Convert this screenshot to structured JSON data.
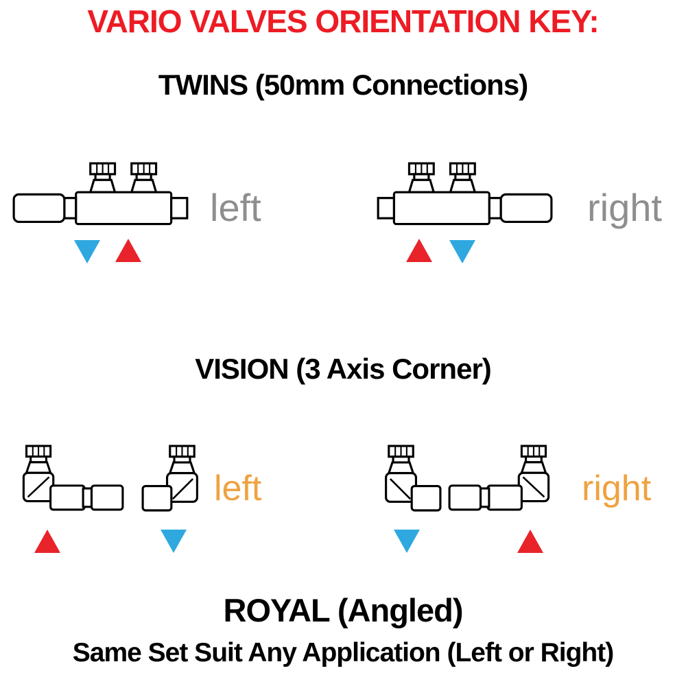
{
  "title": "VARIO VALVES ORIENTATION KEY:",
  "colors": {
    "title_red": "#ed1c24",
    "triangle_red": "#e8232a",
    "triangle_blue": "#2fa8e0",
    "twins_label_gray": "#8e8e8e",
    "vision_label_orange": "#efa240"
  },
  "sections": {
    "twins": {
      "heading": "TWINS (50mm Connections)",
      "left": {
        "label": "left",
        "triangles": [
          "blue-down",
          "red-up"
        ]
      },
      "right": {
        "label": "right",
        "triangles": [
          "red-up",
          "blue-down"
        ]
      }
    },
    "vision": {
      "heading": "VISION (3 Axis Corner)",
      "left": {
        "label": "left",
        "triangles": [
          "red-up",
          "blue-down"
        ]
      },
      "right": {
        "label": "right",
        "triangles": [
          "blue-down",
          "red-up"
        ]
      }
    },
    "royal": {
      "heading": "ROYAL (Angled)",
      "subheading": "Same Set Suit Any Application (Left or Right)"
    }
  }
}
